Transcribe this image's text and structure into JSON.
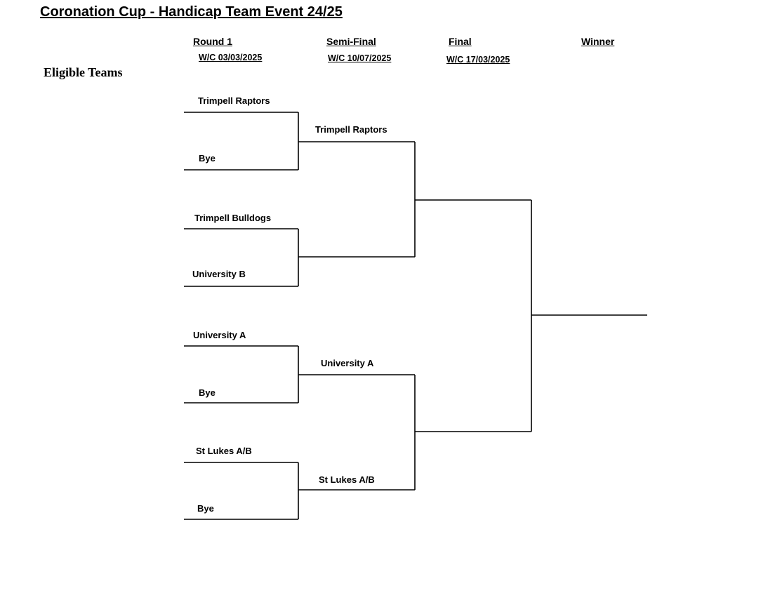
{
  "title": "Coronation Cup - Handicap Team Event 24/25",
  "side_label": "Eligible Teams",
  "rounds": [
    {
      "name": "Round 1",
      "date": "W/C 03/03/2025"
    },
    {
      "name": "Semi-Final",
      "date": "W/C 10/07/2025"
    },
    {
      "name": "Final",
      "date": "W/C 17/03/2025"
    },
    {
      "name": "Winner",
      "date": ""
    }
  ],
  "round1": [
    "Trimpell Raptors",
    "Bye",
    "Trimpell Bulldogs",
    "University B",
    "University A",
    "Bye",
    "St Lukes A/B",
    "Bye"
  ],
  "semi_final": [
    "Trimpell Raptors",
    "",
    "University A",
    "St Lukes A/B"
  ],
  "final": [
    "",
    ""
  ],
  "winner": ""
}
